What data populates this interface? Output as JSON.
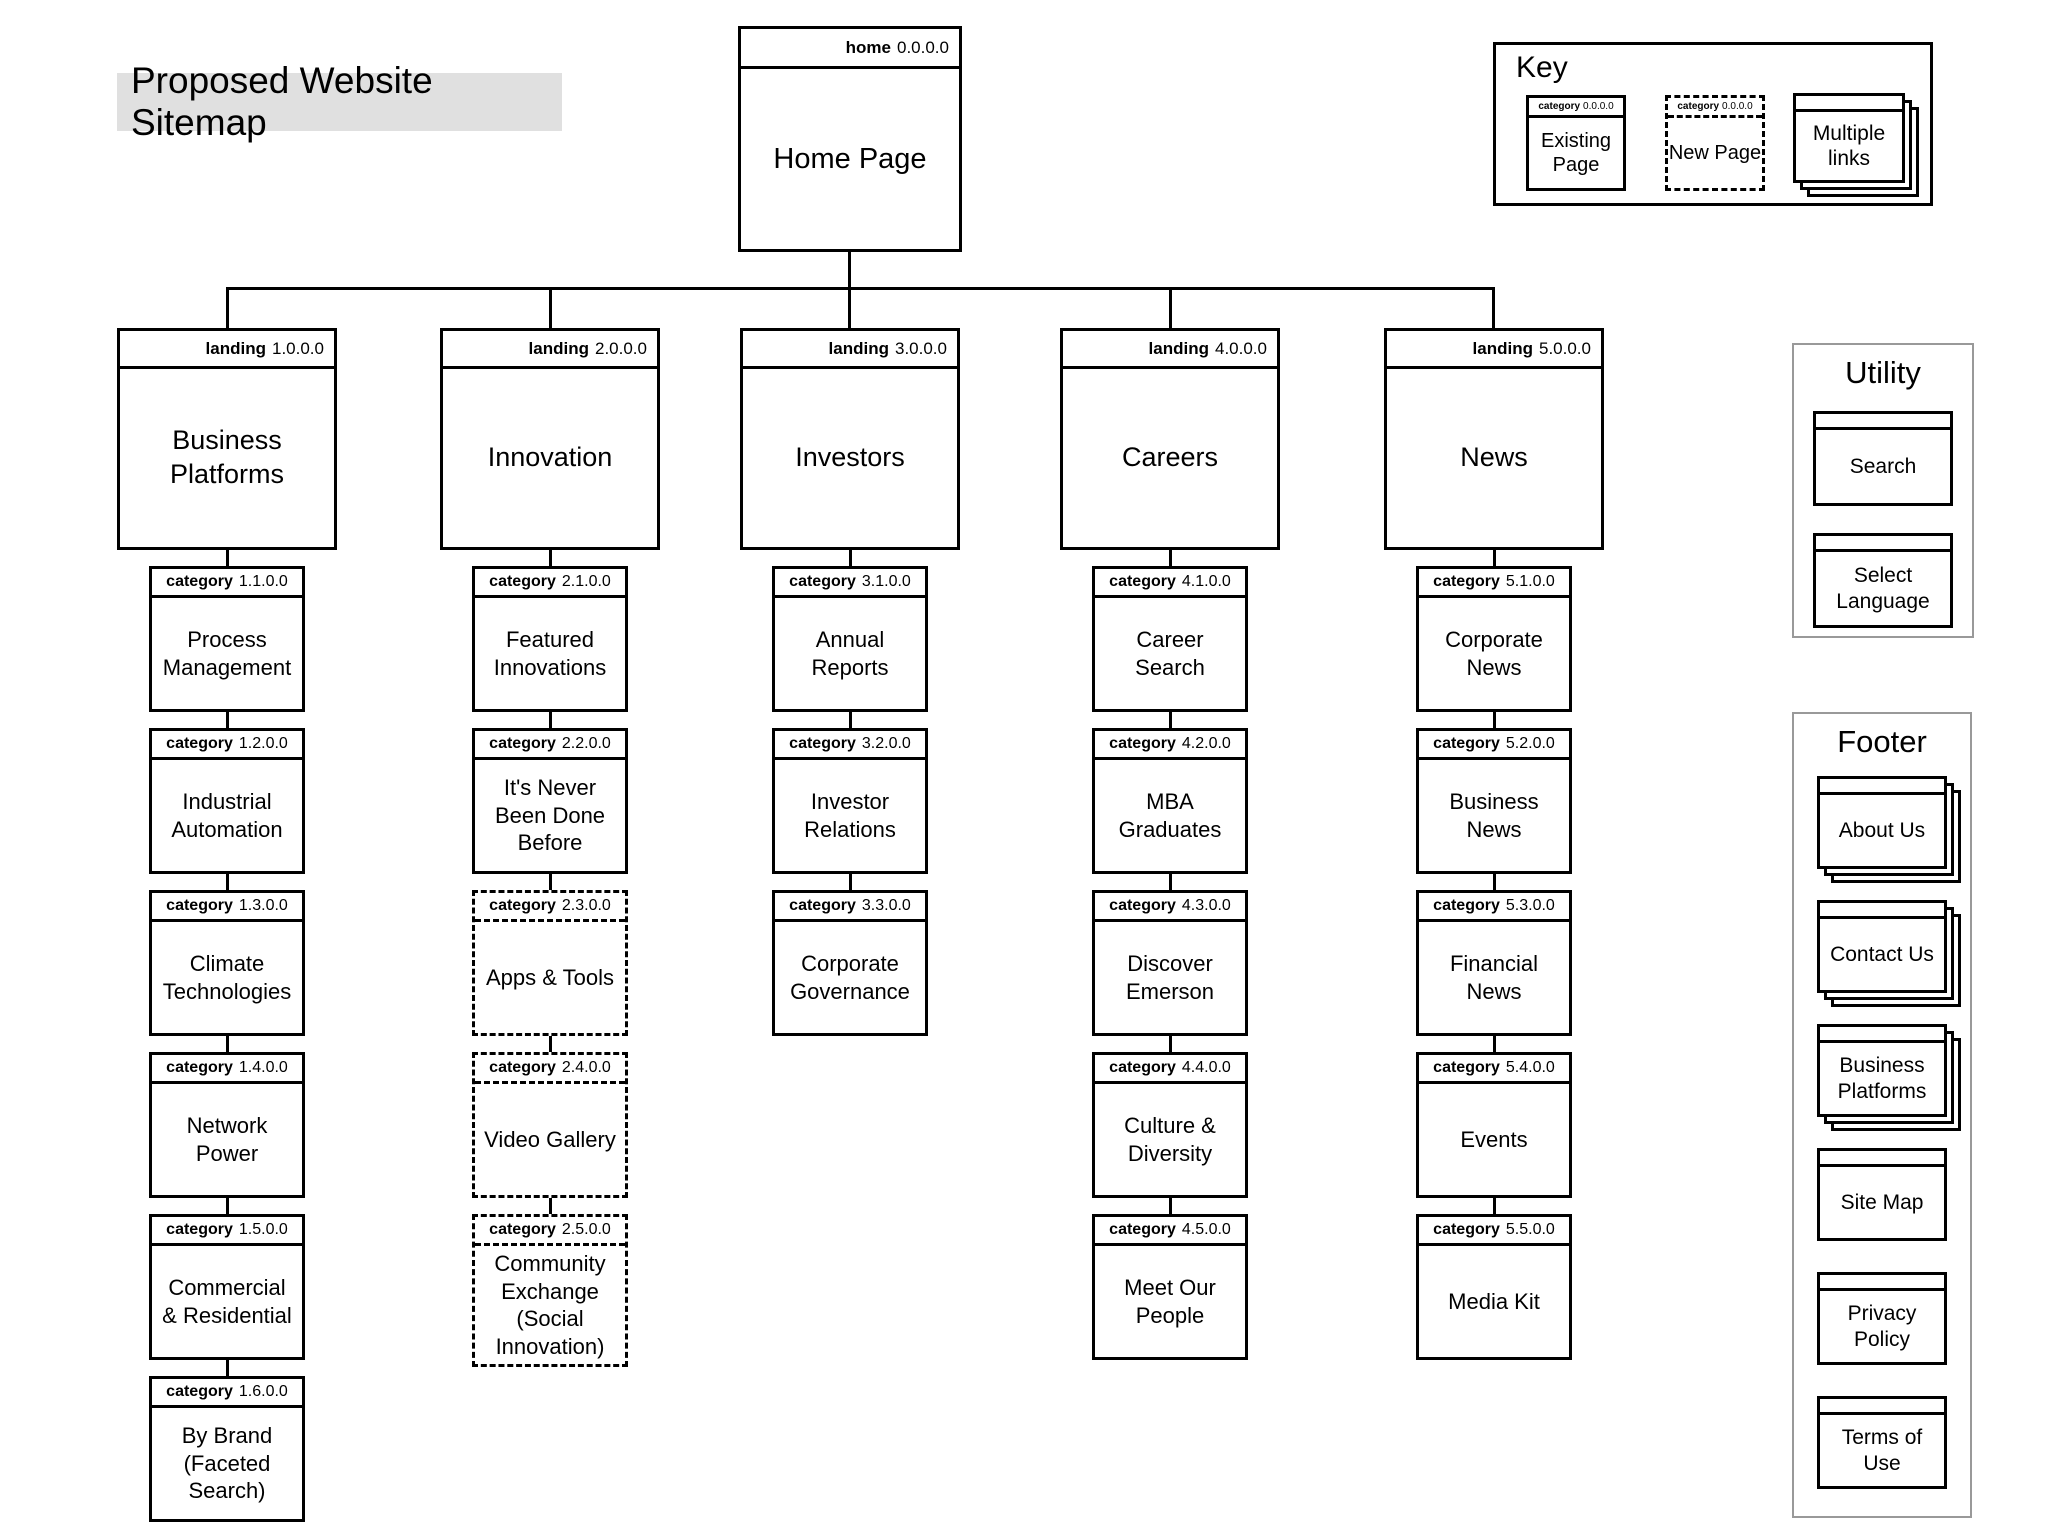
{
  "title": "Proposed Website Sitemap",
  "home": {
    "type_label": "home",
    "id": "0.0.0.0",
    "label": "Home Page"
  },
  "key": {
    "title": "Key",
    "items": [
      {
        "label": "Existing Page",
        "header_label": "category",
        "header_id": "0.0.0.0",
        "style": "solid"
      },
      {
        "label": "New Page",
        "header_label": "category",
        "header_id": "0.0.0.0",
        "style": "dashed"
      },
      {
        "label": "Multiple links",
        "style": "stacked"
      }
    ]
  },
  "columns": [
    {
      "type_label": "landing",
      "id": "1.0.0.0",
      "label": "Business Platforms",
      "children": [
        {
          "type_label": "category",
          "id": "1.1.0.0",
          "label": "Process Management",
          "style": "solid"
        },
        {
          "type_label": "category",
          "id": "1.2.0.0",
          "label": "Industrial Automation",
          "style": "solid"
        },
        {
          "type_label": "category",
          "id": "1.3.0.0",
          "label": "Climate Technologies",
          "style": "solid"
        },
        {
          "type_label": "category",
          "id": "1.4.0.0",
          "label": "Network Power",
          "style": "solid"
        },
        {
          "type_label": "category",
          "id": "1.5.0.0",
          "label": "Commercial & Residential",
          "style": "solid"
        },
        {
          "type_label": "category",
          "id": "1.6.0.0",
          "label": "By Brand (Faceted Search)",
          "style": "solid"
        }
      ]
    },
    {
      "type_label": "landing",
      "id": "2.0.0.0",
      "label": "Innovation",
      "children": [
        {
          "type_label": "category",
          "id": "2.1.0.0",
          "label": "Featured Innovations",
          "style": "solid"
        },
        {
          "type_label": "category",
          "id": "2.2.0.0",
          "label": "It's Never Been Done Before",
          "style": "solid"
        },
        {
          "type_label": "category",
          "id": "2.3.0.0",
          "label": "Apps & Tools",
          "style": "dashed"
        },
        {
          "type_label": "category",
          "id": "2.4.0.0",
          "label": "Video Gallery",
          "style": "dashed"
        },
        {
          "type_label": "category",
          "id": "2.5.0.0",
          "label": "Community Exchange (Social Innovation)",
          "style": "dashed"
        }
      ]
    },
    {
      "type_label": "landing",
      "id": "3.0.0.0",
      "label": "Investors",
      "children": [
        {
          "type_label": "category",
          "id": "3.1.0.0",
          "label": "Annual Reports",
          "style": "solid"
        },
        {
          "type_label": "category",
          "id": "3.2.0.0",
          "label": "Investor Relations",
          "style": "solid"
        },
        {
          "type_label": "category",
          "id": "3.3.0.0",
          "label": "Corporate Governance",
          "style": "solid"
        }
      ]
    },
    {
      "type_label": "landing",
      "id": "4.0.0.0",
      "label": "Careers",
      "children": [
        {
          "type_label": "category",
          "id": "4.1.0.0",
          "label": "Career Search",
          "style": "solid"
        },
        {
          "type_label": "category",
          "id": "4.2.0.0",
          "label": "MBA Graduates",
          "style": "solid"
        },
        {
          "type_label": "category",
          "id": "4.3.0.0",
          "label": "Discover Emerson",
          "style": "solid"
        },
        {
          "type_label": "category",
          "id": "4.4.0.0",
          "label": "Culture & Diversity",
          "style": "solid"
        },
        {
          "type_label": "category",
          "id": "4.5.0.0",
          "label": "Meet Our People",
          "style": "solid"
        }
      ]
    },
    {
      "type_label": "landing",
      "id": "5.0.0.0",
      "label": "News",
      "children": [
        {
          "type_label": "category",
          "id": "5.1.0.0",
          "label": "Corporate News",
          "style": "solid"
        },
        {
          "type_label": "category",
          "id": "5.2.0.0",
          "label": "Business News",
          "style": "solid"
        },
        {
          "type_label": "category",
          "id": "5.3.0.0",
          "label": "Financial News",
          "style": "solid"
        },
        {
          "type_label": "category",
          "id": "5.4.0.0",
          "label": "Events",
          "style": "solid"
        },
        {
          "type_label": "category",
          "id": "5.5.0.0",
          "label": "Media Kit",
          "style": "solid"
        }
      ]
    }
  ],
  "utility": {
    "title": "Utility",
    "items": [
      {
        "label": "Search",
        "stacked": false
      },
      {
        "label": "Select Language",
        "stacked": false
      }
    ]
  },
  "footer": {
    "title": "Footer",
    "items": [
      {
        "label": "About Us",
        "stacked": true
      },
      {
        "label": "Contact Us",
        "stacked": true
      },
      {
        "label": "Business Platforms",
        "stacked": true
      },
      {
        "label": "Site Map",
        "stacked": false
      },
      {
        "label": "Privacy Policy",
        "stacked": false
      },
      {
        "label": "Terms of Use",
        "stacked": false
      }
    ]
  },
  "colors": {
    "title_background": "#e0e0e0",
    "line": "#000000",
    "panel_border": "#999999"
  }
}
